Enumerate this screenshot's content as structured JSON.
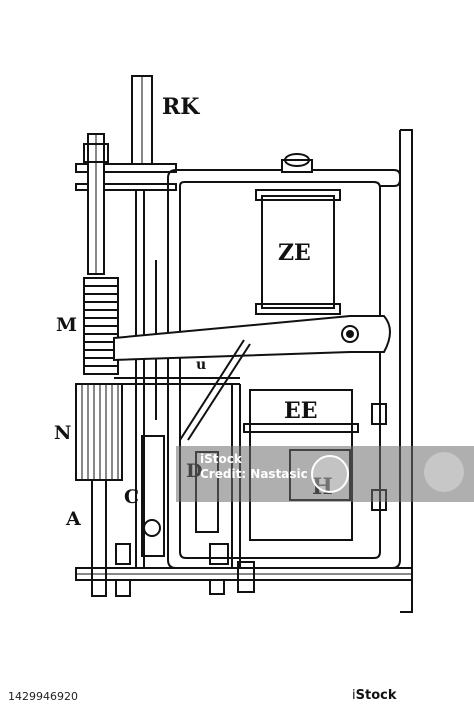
{
  "labels": {
    "rk": "RK",
    "ze": "ZE",
    "m": "M",
    "u": "u",
    "ee": "EE",
    "n": "N",
    "h": "H",
    "c": "C",
    "d": "D",
    "a": "A"
  },
  "watermark": {
    "line1": "iStock",
    "line2": "Credit: Nastasic"
  },
  "footer": {
    "stock_id": "1429946920",
    "logo_prefix": "i",
    "logo_word": "Stock"
  }
}
